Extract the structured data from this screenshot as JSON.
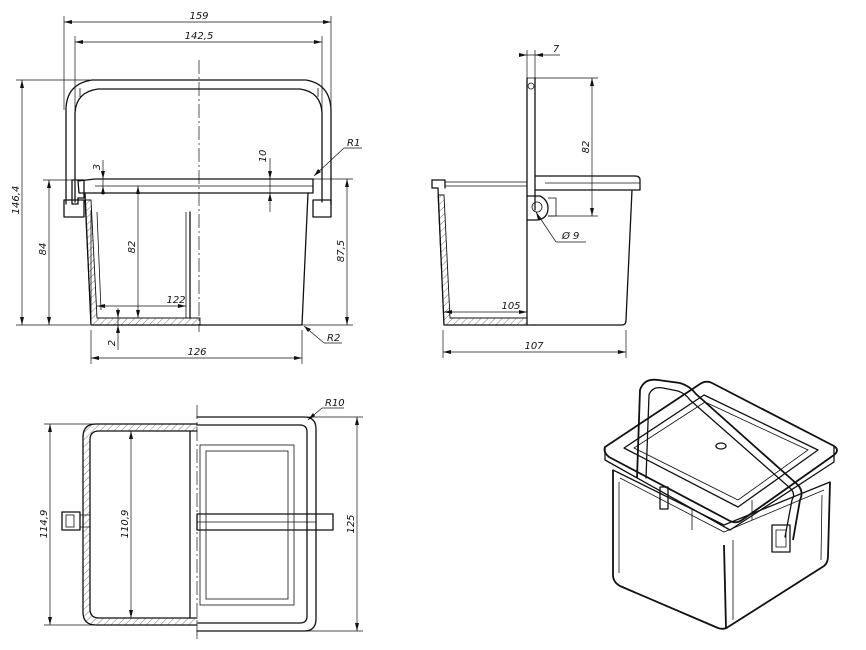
{
  "dimensions": {
    "front": {
      "total_width": "159",
      "handle_width": "142,5",
      "total_height": "146,4",
      "body_height": "84",
      "inner_height": "82",
      "body_height_right": "87,5",
      "lid_gap": "10",
      "rim_offset": "3",
      "inner_bottom_width": "122",
      "bottom_thickness": "2",
      "bottom_width": "126",
      "handle_radius": "R1",
      "base_radius": "R2"
    },
    "side": {
      "handle_offset": "7",
      "handle_height": "82",
      "hole_diameter": "Ø 9",
      "inner_width": "105",
      "total_width": "107"
    },
    "top": {
      "corner_radius": "R10",
      "outer_depth": "114,9",
      "inner_depth": "110,9",
      "total_depth": "125"
    }
  }
}
